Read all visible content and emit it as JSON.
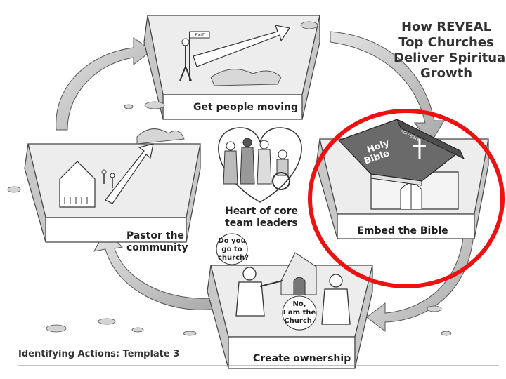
{
  "title": {
    "lines": [
      "How REVEAL",
      "Top Churches",
      "Deliver Spiritual",
      "Growth"
    ]
  },
  "stages": {
    "top": "Get people moving",
    "right": "Embed the Bible",
    "bottom": "Create ownership",
    "left_line1": "Pastor the",
    "left_line2": "community"
  },
  "center": {
    "line1": "Heart of core",
    "line2": "team leaders"
  },
  "bible": {
    "cover_line1": "Holy",
    "cover_line2": "Bible",
    "spine": "HOLY BIBLE"
  },
  "speech": {
    "question_line1": "Do you",
    "question_line2": "go to",
    "question_line3": "church?",
    "answer_line1": "No,",
    "answer_line2": "I am the",
    "answer_line3": "Church."
  },
  "signpost": "EXIT",
  "footer": "Identifying Actions: Template 3",
  "colors": {
    "highlight_circle": "#ee1111",
    "box_top": "#e6e6e6",
    "box_side": "#bdbdbd",
    "arrow": "#c4c4c4",
    "book": "#6a6a6a"
  }
}
